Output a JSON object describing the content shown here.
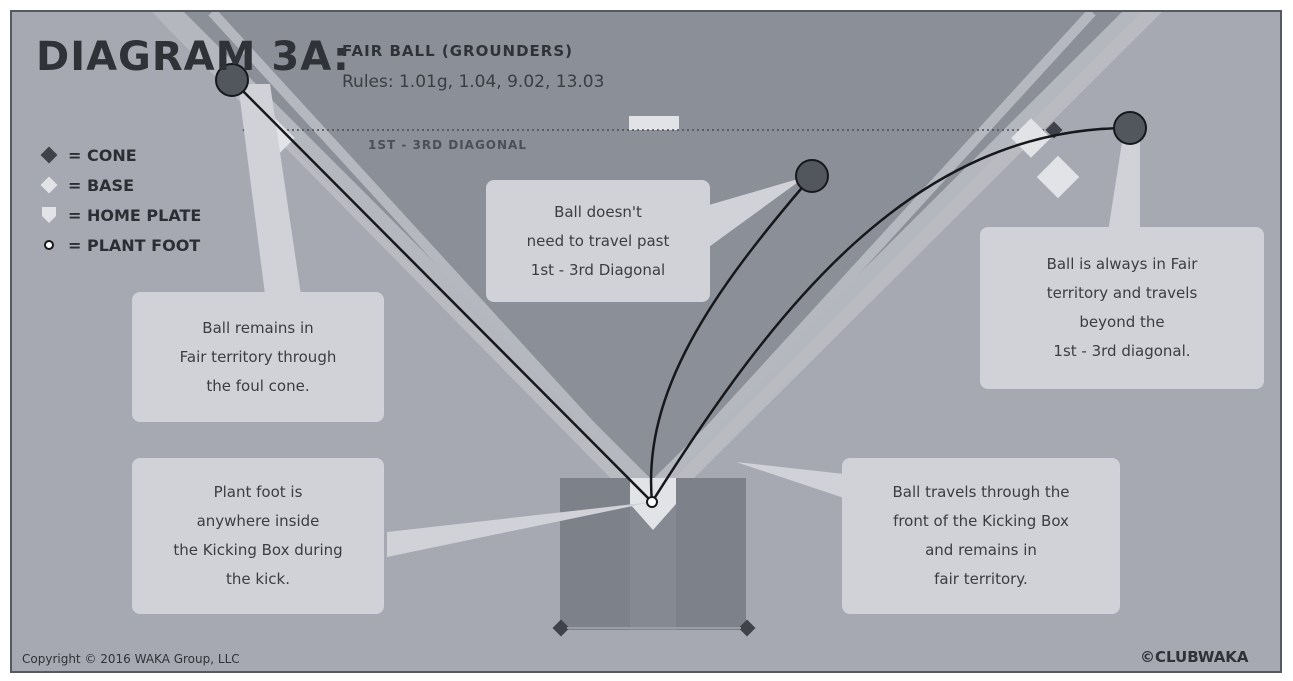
{
  "header": {
    "title": "DIAGRAM 3A:",
    "subtitle": "FAIR BALL (GROUNDERS)",
    "rules": "Rules: 1.01g, 1.04, 9.02, 13.03"
  },
  "legend": [
    {
      "icon": "cone-icon",
      "label": "= CONE"
    },
    {
      "icon": "base-icon",
      "label": "= BASE"
    },
    {
      "icon": "home-plate-icon",
      "label": "= HOME PLATE"
    },
    {
      "icon": "plant-foot-icon",
      "label": "= PLANT FOOT"
    }
  ],
  "field": {
    "diagonal_label": "1ST - 3RD DIAGONAL"
  },
  "callouts": {
    "left_cone": "Ball remains in\nFair territory through\nthe foul cone.",
    "middle": "Ball doesn't\nneed to travel past\n1st - 3rd Diagonal",
    "right": "Ball is always in Fair\nterritory and travels\nbeyond the\n1st - 3rd diagonal.",
    "plant_foot": "Plant foot is\nanywhere inside\nthe Kicking Box during\nthe kick.",
    "kicking_box": "Ball travels through the\nfront of the Kicking Box\nand remains in\nfair territory."
  },
  "footer": {
    "copyright": "Copyright © 2016 WAKA Group, LLC",
    "brand": "©CLUBWAKA"
  },
  "colors": {
    "background": "#a6a9b1",
    "fair_territory": "#8b8f97",
    "foul_lines": "#bcbec4",
    "callout": "#d0d2d8",
    "ink": "#2f3237"
  }
}
